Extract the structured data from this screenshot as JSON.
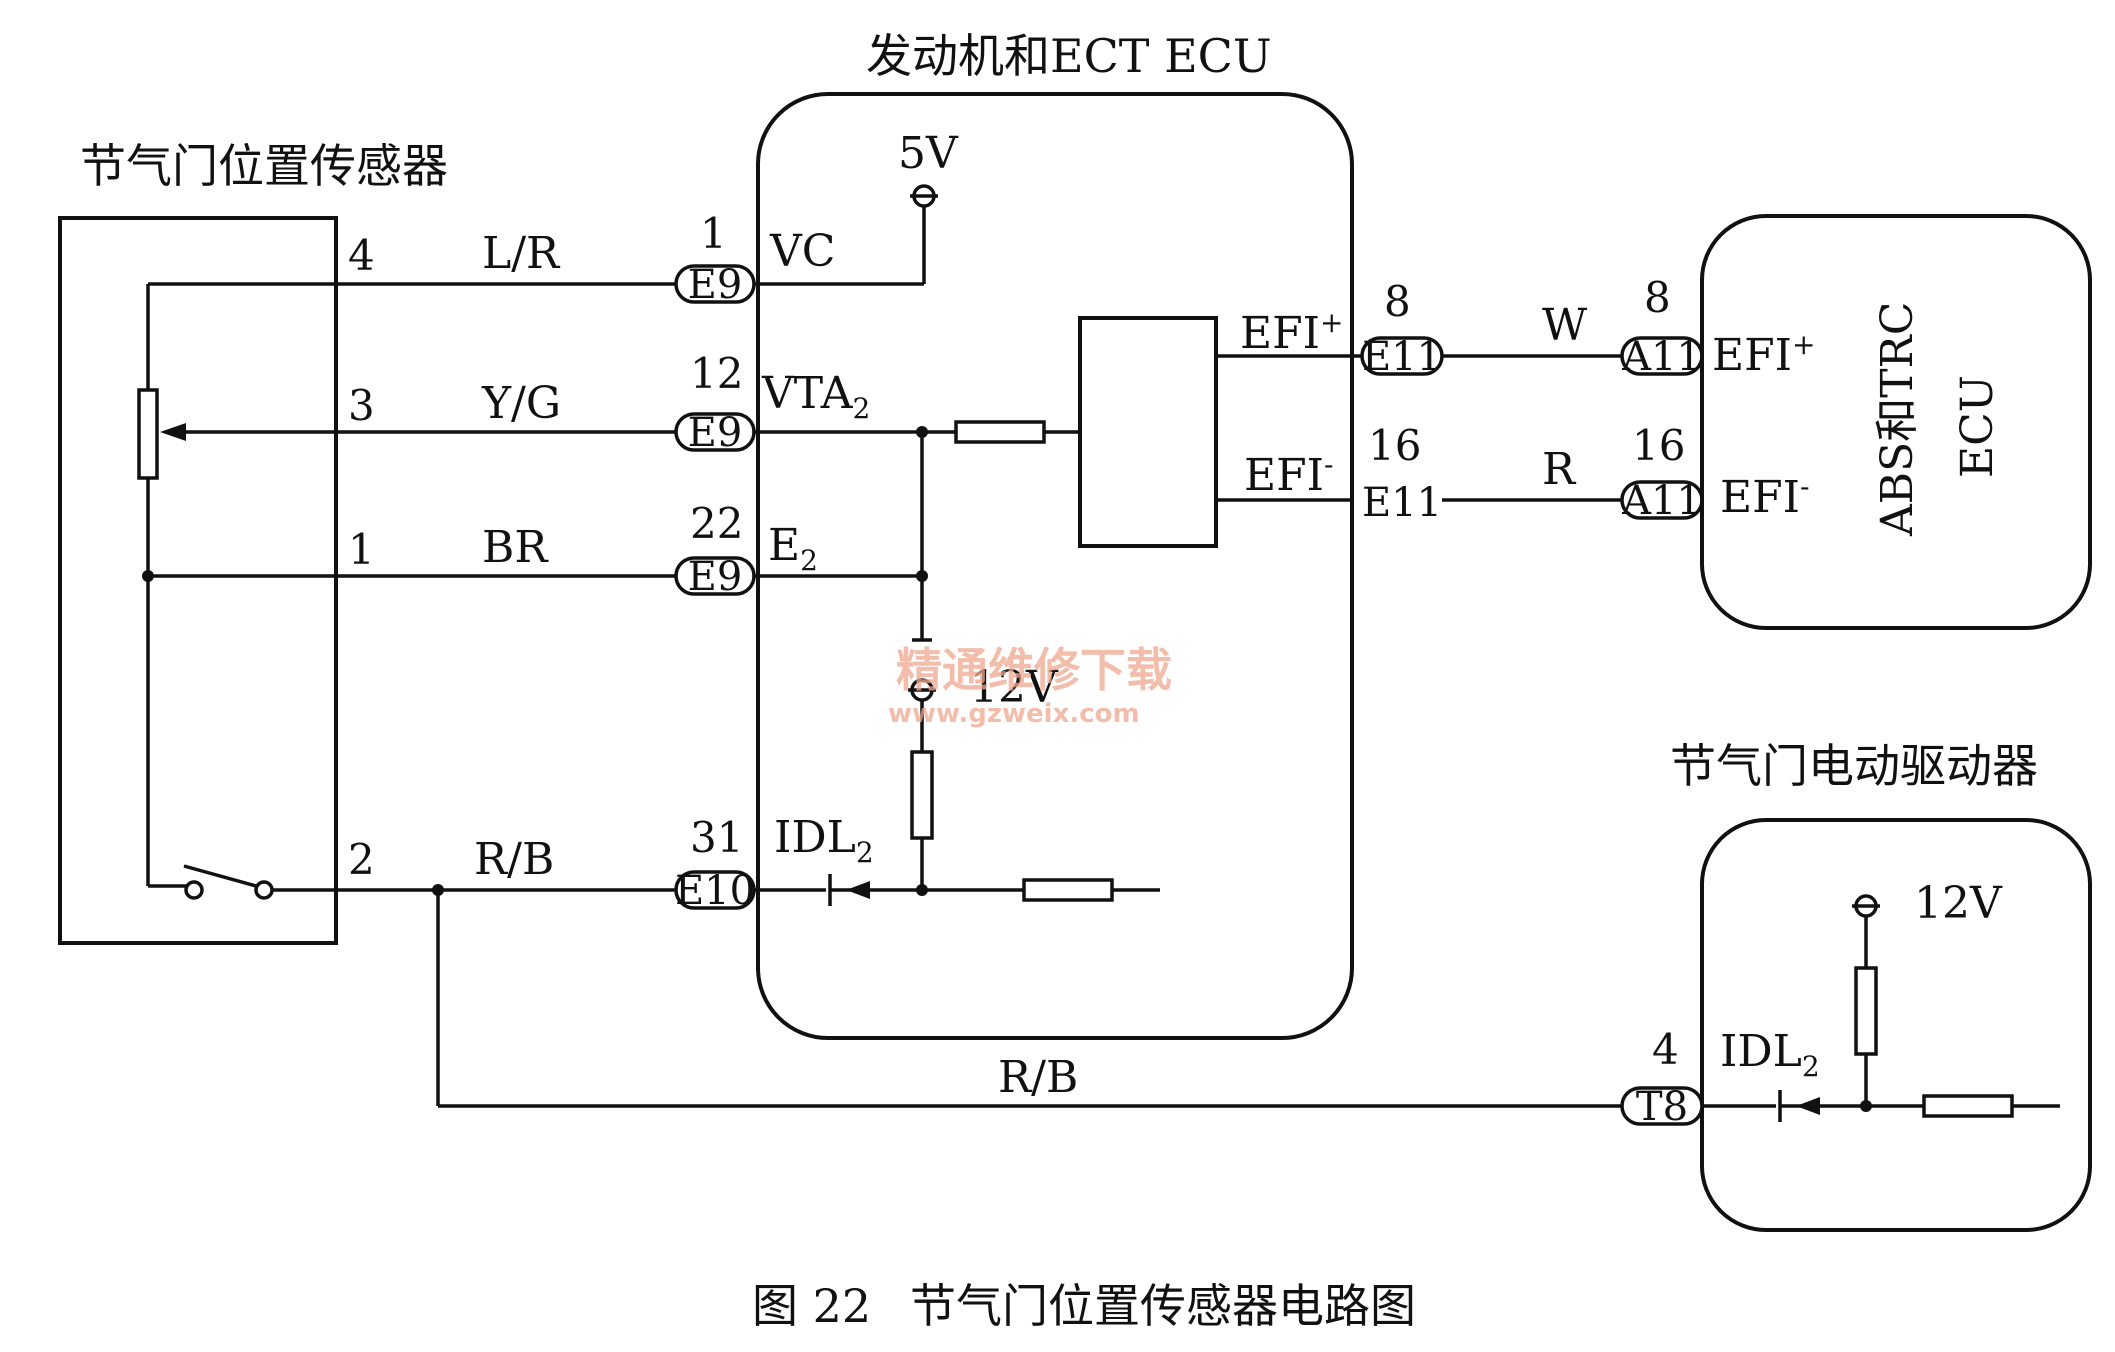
{
  "title_ecu": "发动机和ECT ECU",
  "title_sensor": "节气门位置传感器",
  "title_actuator": "节气门电动驱动器",
  "abs_trc_line1": "ABS和TRC",
  "abs_trc_line2": "ECU",
  "caption_number": "图 22",
  "caption_text": "节气门位置传感器电路图",
  "watermark_cn": "精通维修下载",
  "watermark_url": "www.gzweix.com",
  "supply_5v": "5V",
  "supply_12v_ecu": "12V",
  "supply_12v_act": "12V",
  "sensor_pins": [
    {
      "pin": "4",
      "wire": "L/R"
    },
    {
      "pin": "3",
      "wire": "Y/G"
    },
    {
      "pin": "1",
      "wire": "BR"
    },
    {
      "pin": "2",
      "wire": "R/B"
    }
  ],
  "ecu_connectors": [
    {
      "pin": "1",
      "conn": "E9",
      "signal": "VC"
    },
    {
      "pin": "12",
      "conn": "E9",
      "signal": "VTA",
      "sub": "2"
    },
    {
      "pin": "22",
      "conn": "E9",
      "signal": "E",
      "sub": "2"
    },
    {
      "pin": "31",
      "conn": "E10",
      "signal": "IDL",
      "sub": "2"
    }
  ],
  "efi_links": [
    {
      "ecu_signal": "EFI",
      "ecu_sup": "+",
      "ecu_pin": "8",
      "ecu_conn": "E11",
      "wire": "W",
      "abs_pin": "8",
      "abs_conn": "A11",
      "abs_signal": "EFI",
      "abs_sup": "+"
    },
    {
      "ecu_signal": "EFI",
      "ecu_sup": "-",
      "ecu_pin": "16",
      "ecu_conn": "E11",
      "wire": "R",
      "abs_pin": "16",
      "abs_conn": "A11",
      "abs_signal": "EFI",
      "abs_sup": "-"
    }
  ],
  "actuator": {
    "pin": "4",
    "conn": "T8",
    "signal": "IDL",
    "sub": "2",
    "wire": "R/B"
  }
}
